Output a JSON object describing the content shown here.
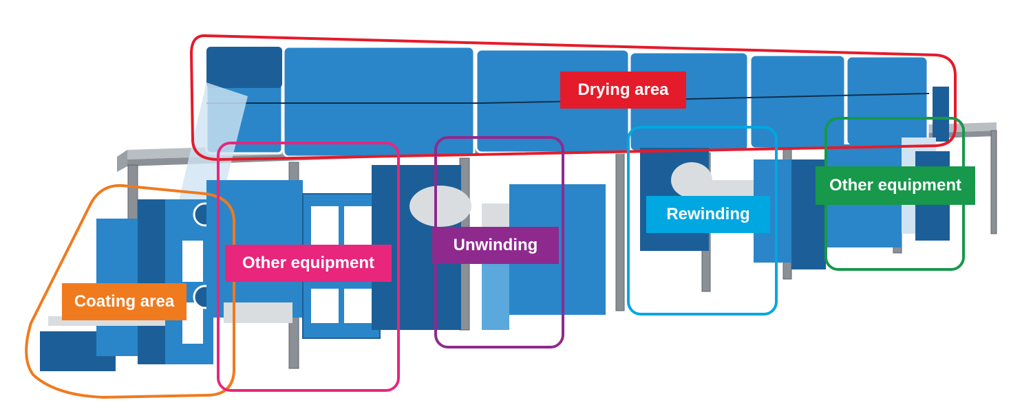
{
  "areas": {
    "drying": {
      "label": "Drying area",
      "color": "#e41b2a"
    },
    "coating": {
      "label": "Coating area",
      "color": "#f07a1e"
    },
    "other_left": {
      "label": "Other equipment",
      "color": "#e8267c"
    },
    "unwinding": {
      "label": "Unwinding",
      "color": "#8e2a8e"
    },
    "rewinding": {
      "label": "Rewinding",
      "color": "#00a7e1"
    },
    "other_right": {
      "label": "Other equipment",
      "color": "#17984a"
    }
  },
  "colors": {
    "machine_blue": "#2a86c8",
    "machine_dark": "#1c5f98",
    "machine_light": "#5aa8dc",
    "frame_gray": "#8a9096",
    "frame_dark": "#5f656b",
    "roll_gray": "#d9dde0",
    "film": "#cfe3f2"
  }
}
